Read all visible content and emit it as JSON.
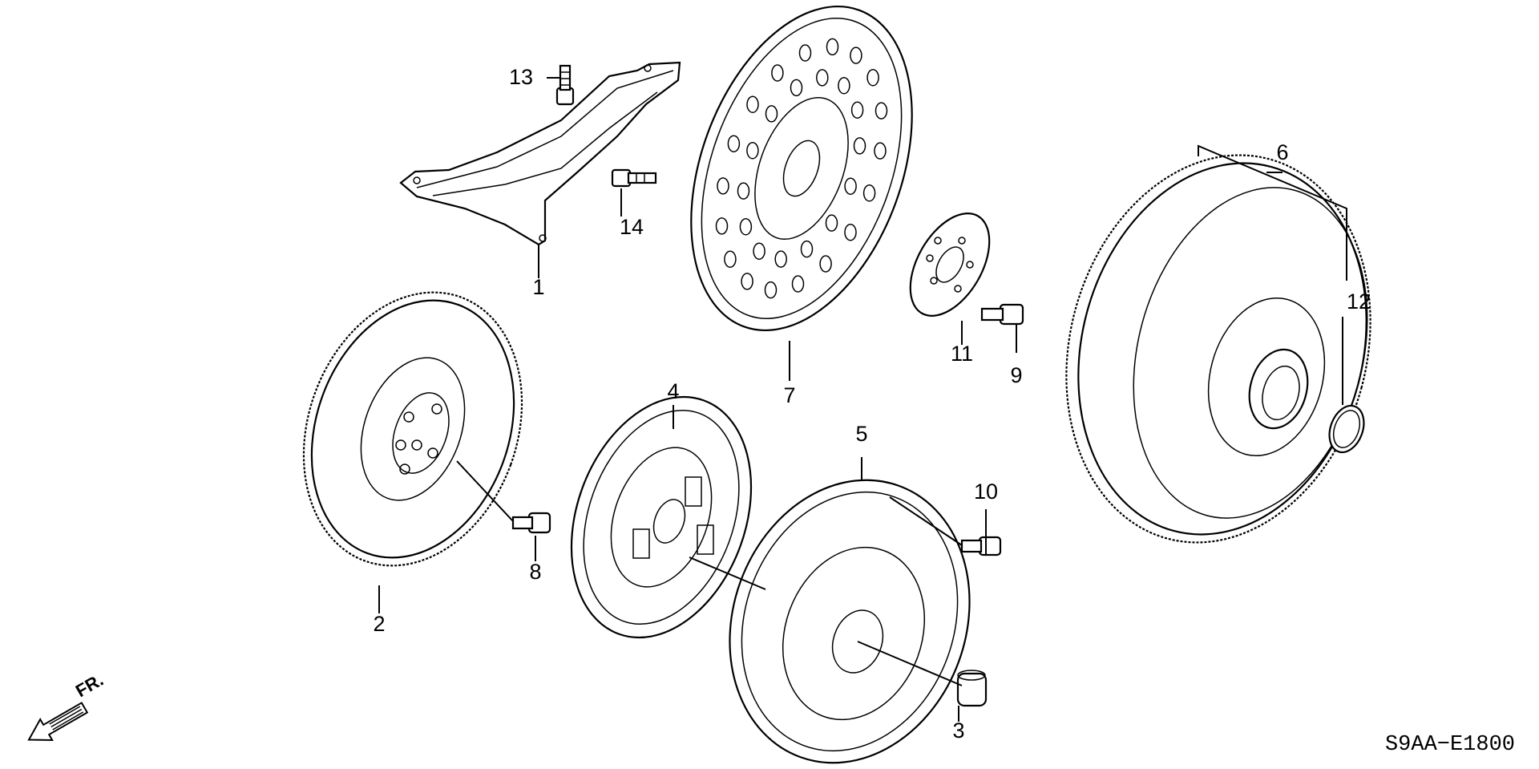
{
  "diagram_code": "S9AA−E1800",
  "front_indicator": "FR.",
  "callouts": [
    {
      "id": "1",
      "text": "1"
    },
    {
      "id": "2",
      "text": "2"
    },
    {
      "id": "3",
      "text": "3"
    },
    {
      "id": "4",
      "text": "4"
    },
    {
      "id": "5",
      "text": "5"
    },
    {
      "id": "6",
      "text": "6"
    },
    {
      "id": "7",
      "text": "7"
    },
    {
      "id": "8",
      "text": "8"
    },
    {
      "id": "9",
      "text": "9"
    },
    {
      "id": "10",
      "text": "10"
    },
    {
      "id": "11",
      "text": "11"
    },
    {
      "id": "12",
      "text": "12"
    },
    {
      "id": "13",
      "text": "13"
    },
    {
      "id": "14",
      "text": "14"
    }
  ],
  "icons": {
    "front_arrow": "arrow-front-icon"
  }
}
